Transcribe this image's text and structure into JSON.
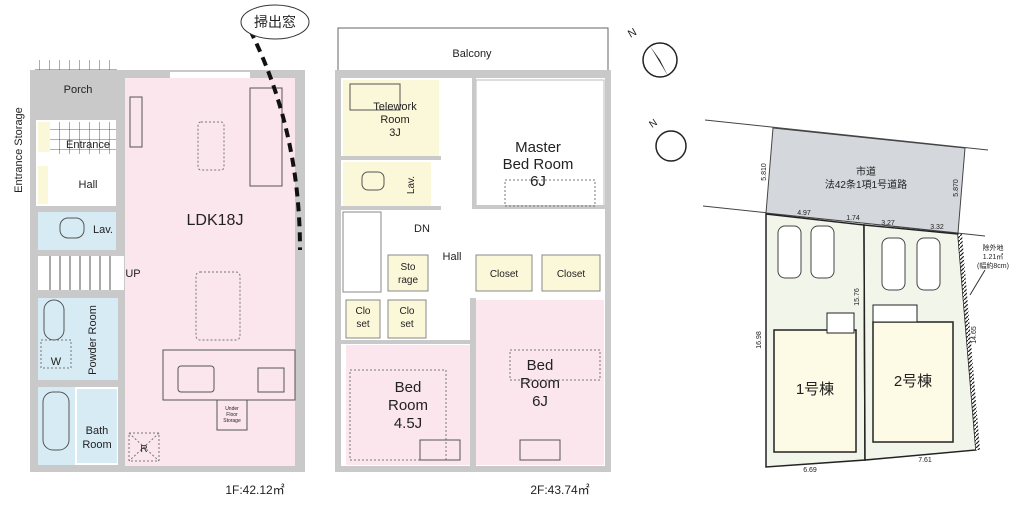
{
  "floor1": {
    "porch": "Porch",
    "entrance": "Entrance",
    "entrance_storage": "Entrance Storage",
    "hall": "Hall",
    "lav": "Lav.",
    "up": "UP",
    "powder_room": "Powder Room",
    "washer": "W",
    "bath_room_1": "Bath",
    "bath_room_2": "Room",
    "ldk": "LDK18J",
    "under_floor_1": "Under",
    "under_floor_2": "Floor",
    "under_floor_3": "Storage",
    "refrigerator": "R",
    "area": "1F:42.12㎡",
    "callout": "掃出窓"
  },
  "floor2": {
    "balcony": "Balcony",
    "telework_1": "Telework",
    "telework_2": "Room",
    "telework_3": "3J",
    "master_1": "Master",
    "master_2": "Bed Room",
    "master_3": "6J",
    "lav": "Lav.",
    "dn": "DN",
    "hall": "Hall",
    "storage_1": "Sto",
    "storage_2": "rage",
    "closet_a": "Closet",
    "closet_b": "Closet",
    "closet_c1": "Clo",
    "closet_c2": "set",
    "closet_d1": "Clo",
    "closet_d2": "set",
    "bed45_1": "Bed",
    "bed45_2": "Room",
    "bed45_3": "4.5J",
    "bed6_1": "Bed",
    "bed6_2": "Room",
    "bed6_3": "6J",
    "area": "2F:43.74㎡"
  },
  "compass": {
    "north": "N"
  },
  "site": {
    "road_1": "市道",
    "road_2": "法42条1項1号道路",
    "road_width_left": "5.810",
    "road_width_right": "5.870",
    "frontage": [
      "4.97",
      "1.74",
      "3.27",
      "3.32"
    ],
    "depth_left": "16.98",
    "depth_mid": "15.76",
    "depth_right": "14.65",
    "rear": [
      "6.69",
      "7.61"
    ],
    "excluded_1": "除外地",
    "excluded_2": "1.21㎡",
    "excluded_3": "(幅約8cm)",
    "lot1": "1号棟",
    "lot2": "2号棟"
  },
  "colors": {
    "ldk": "#fbe6ee",
    "wet": "#d7ebf5",
    "yellow": "#fbf7d9",
    "road": "#d4d7dc",
    "lot": "#f2f5ea",
    "building": "#fdfbe6"
  }
}
